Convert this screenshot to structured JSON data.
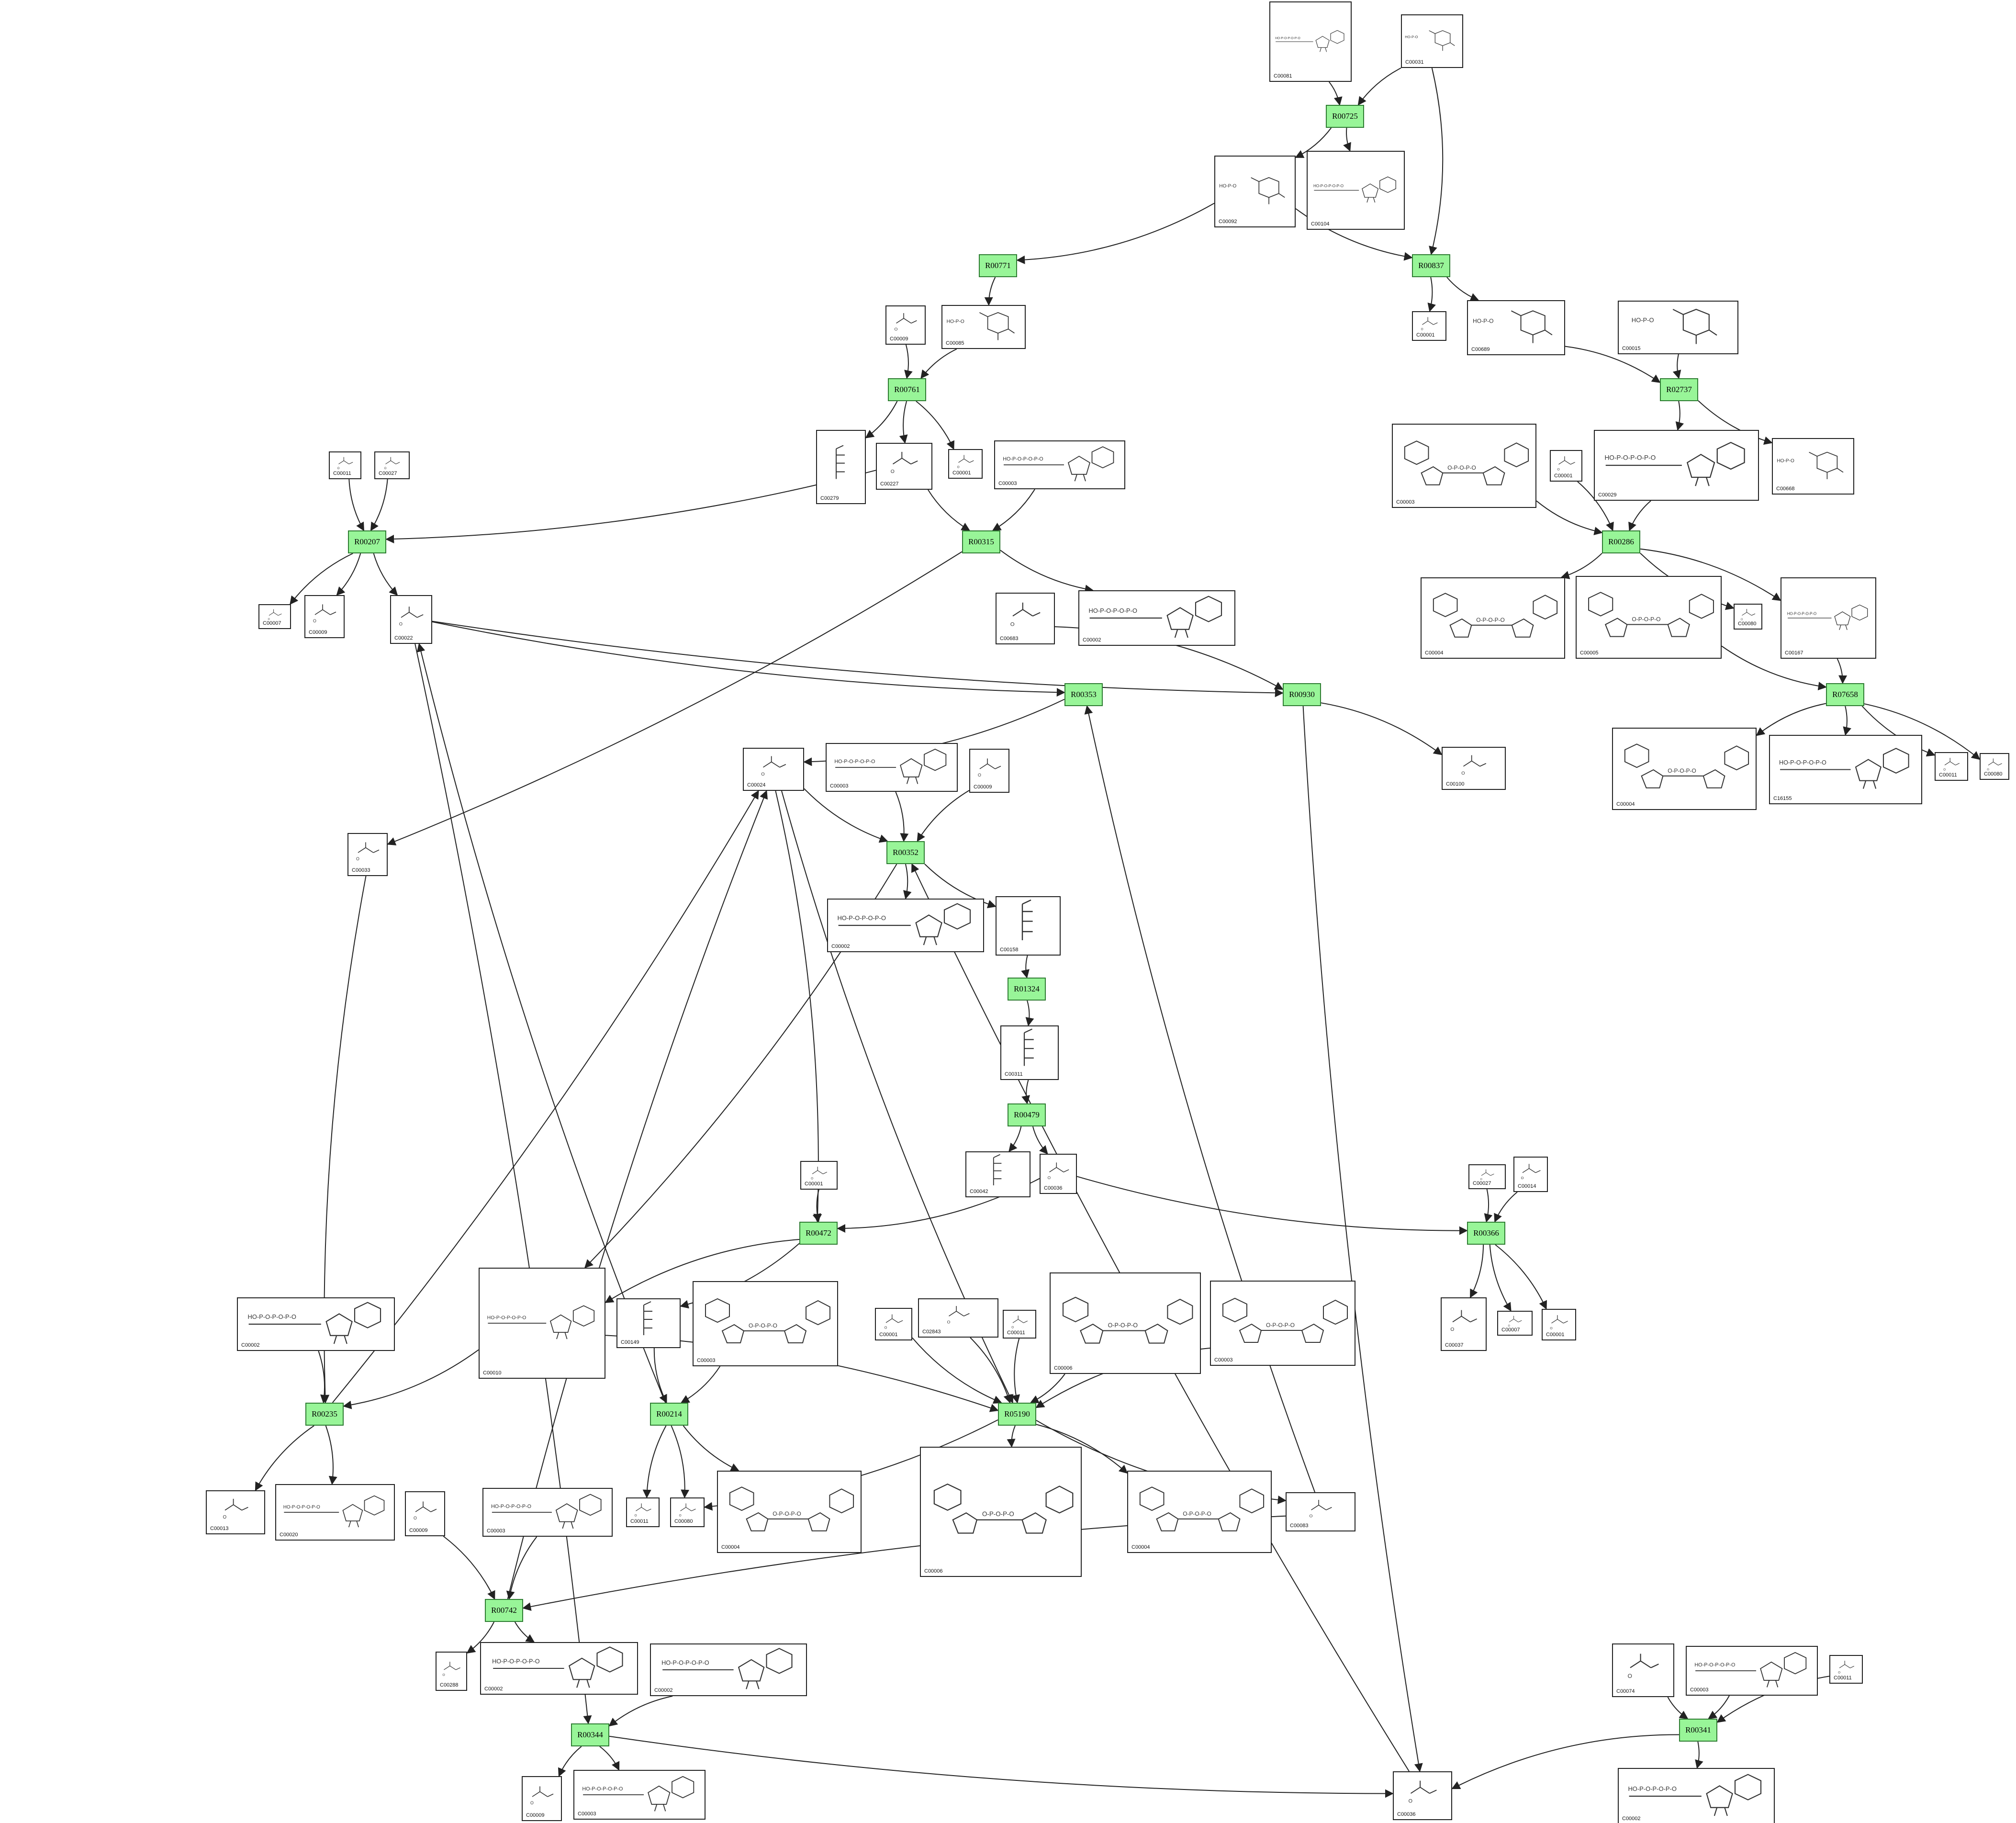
{
  "colors": {
    "reaction_fill": "#98f598",
    "reaction_border": "#2e7d32",
    "compound_border": "#222222",
    "edge": "#222222"
  },
  "reactions": {
    "R00725": "R00725",
    "R00771": "R00771",
    "R00837": "R00837",
    "R00761": "R00761",
    "R02737": "R02737",
    "R00207": "R00207",
    "R00315": "R00315",
    "R00286": "R00286",
    "R00353": "R00353",
    "R00930": "R00930",
    "R07658": "R07658",
    "R00352": "R00352",
    "R01324": "R01324",
    "R00479": "R00479",
    "R00472": "R00472",
    "R00366": "R00366",
    "R00235": "R00235",
    "R00214": "R00214",
    "R05190": "R05190",
    "R00742": "R00742",
    "R00344": "R00344",
    "R00341": "R00341"
  },
  "compounds": {
    "c_C00081": "C00081",
    "c_C00031": "C00031",
    "c_C00092": "C00092",
    "c_C00104": "C00104",
    "c_C00009a": "C00009",
    "c_C00085": "C00085",
    "c_C00001a": "C00001",
    "c_C00689": "C00689",
    "c_C00015": "C00015",
    "c_C00279": "C00279",
    "c_C00227": "C00227",
    "c_C00001b": "C00001",
    "c_C00003a": "C00003",
    "c_C00011a": "C00011",
    "c_C00027a": "C00027",
    "c_C00003b": "C00003",
    "c_C00001c": "C00001",
    "c_C00029": "C00029",
    "c_C00668": "C00668",
    "c_C00007a": "C00007",
    "c_C00009b": "C00009",
    "c_C00022": "C00022",
    "c_C00683": "C00683",
    "c_C00002a": "C00002",
    "c_C00004a": "C00004",
    "c_C00005": "C00005",
    "c_C00080a": "C00080",
    "c_C00167": "C00167",
    "c_C00024": "C00024",
    "c_C00003c": "C00003",
    "c_C00009c": "C00009",
    "c_C00100": "C00100",
    "c_C00004b": "C00004",
    "c_C16155": "C16155",
    "c_C00011b": "C00011",
    "c_C00080b": "C00080",
    "c_C00033": "C00033",
    "c_C00002b": "C00002",
    "c_C00158": "C00158",
    "c_C00311": "C00311",
    "c_C00042": "C00042",
    "c_C00036a": "C00036",
    "c_C00001d": "C00001",
    "c_C00027b": "C00027",
    "c_C00014": "C00014",
    "c_C00002c": "C00002",
    "c_C00010": "C00010",
    "c_C00149": "C00149",
    "c_C00003d": "C00003",
    "c_C00001e": "C00001",
    "c_C02843": "C02843",
    "c_C00011c": "C00011",
    "c_C00006": "C00006",
    "c_C00003e": "C00003",
    "c_C00037": "C00037",
    "c_C00007b": "C00007",
    "c_C00001f": "C00001",
    "c_C00013": "C00013",
    "c_C00020": "C00020",
    "c_C00011d": "C00011",
    "c_C00080c": "C00080",
    "c_C00004c": "C00004",
    "c_C00006b": "C00006",
    "c_C00004d": "C00004",
    "c_C00083": "C00083",
    "c_C00009d": "C00009",
    "c_C00003f": "C00003",
    "c_C00288": "C00288",
    "c_C00002d": "C00002",
    "c_C00002e": "C00002",
    "c_C00074": "C00074",
    "c_C00003g": "C00003",
    "c_C00011e": "C00011",
    "c_C00009e": "C00009",
    "c_C00003h": "C00003",
    "c_C00036b": "C00036",
    "c_C00002f": "C00002"
  }
}
